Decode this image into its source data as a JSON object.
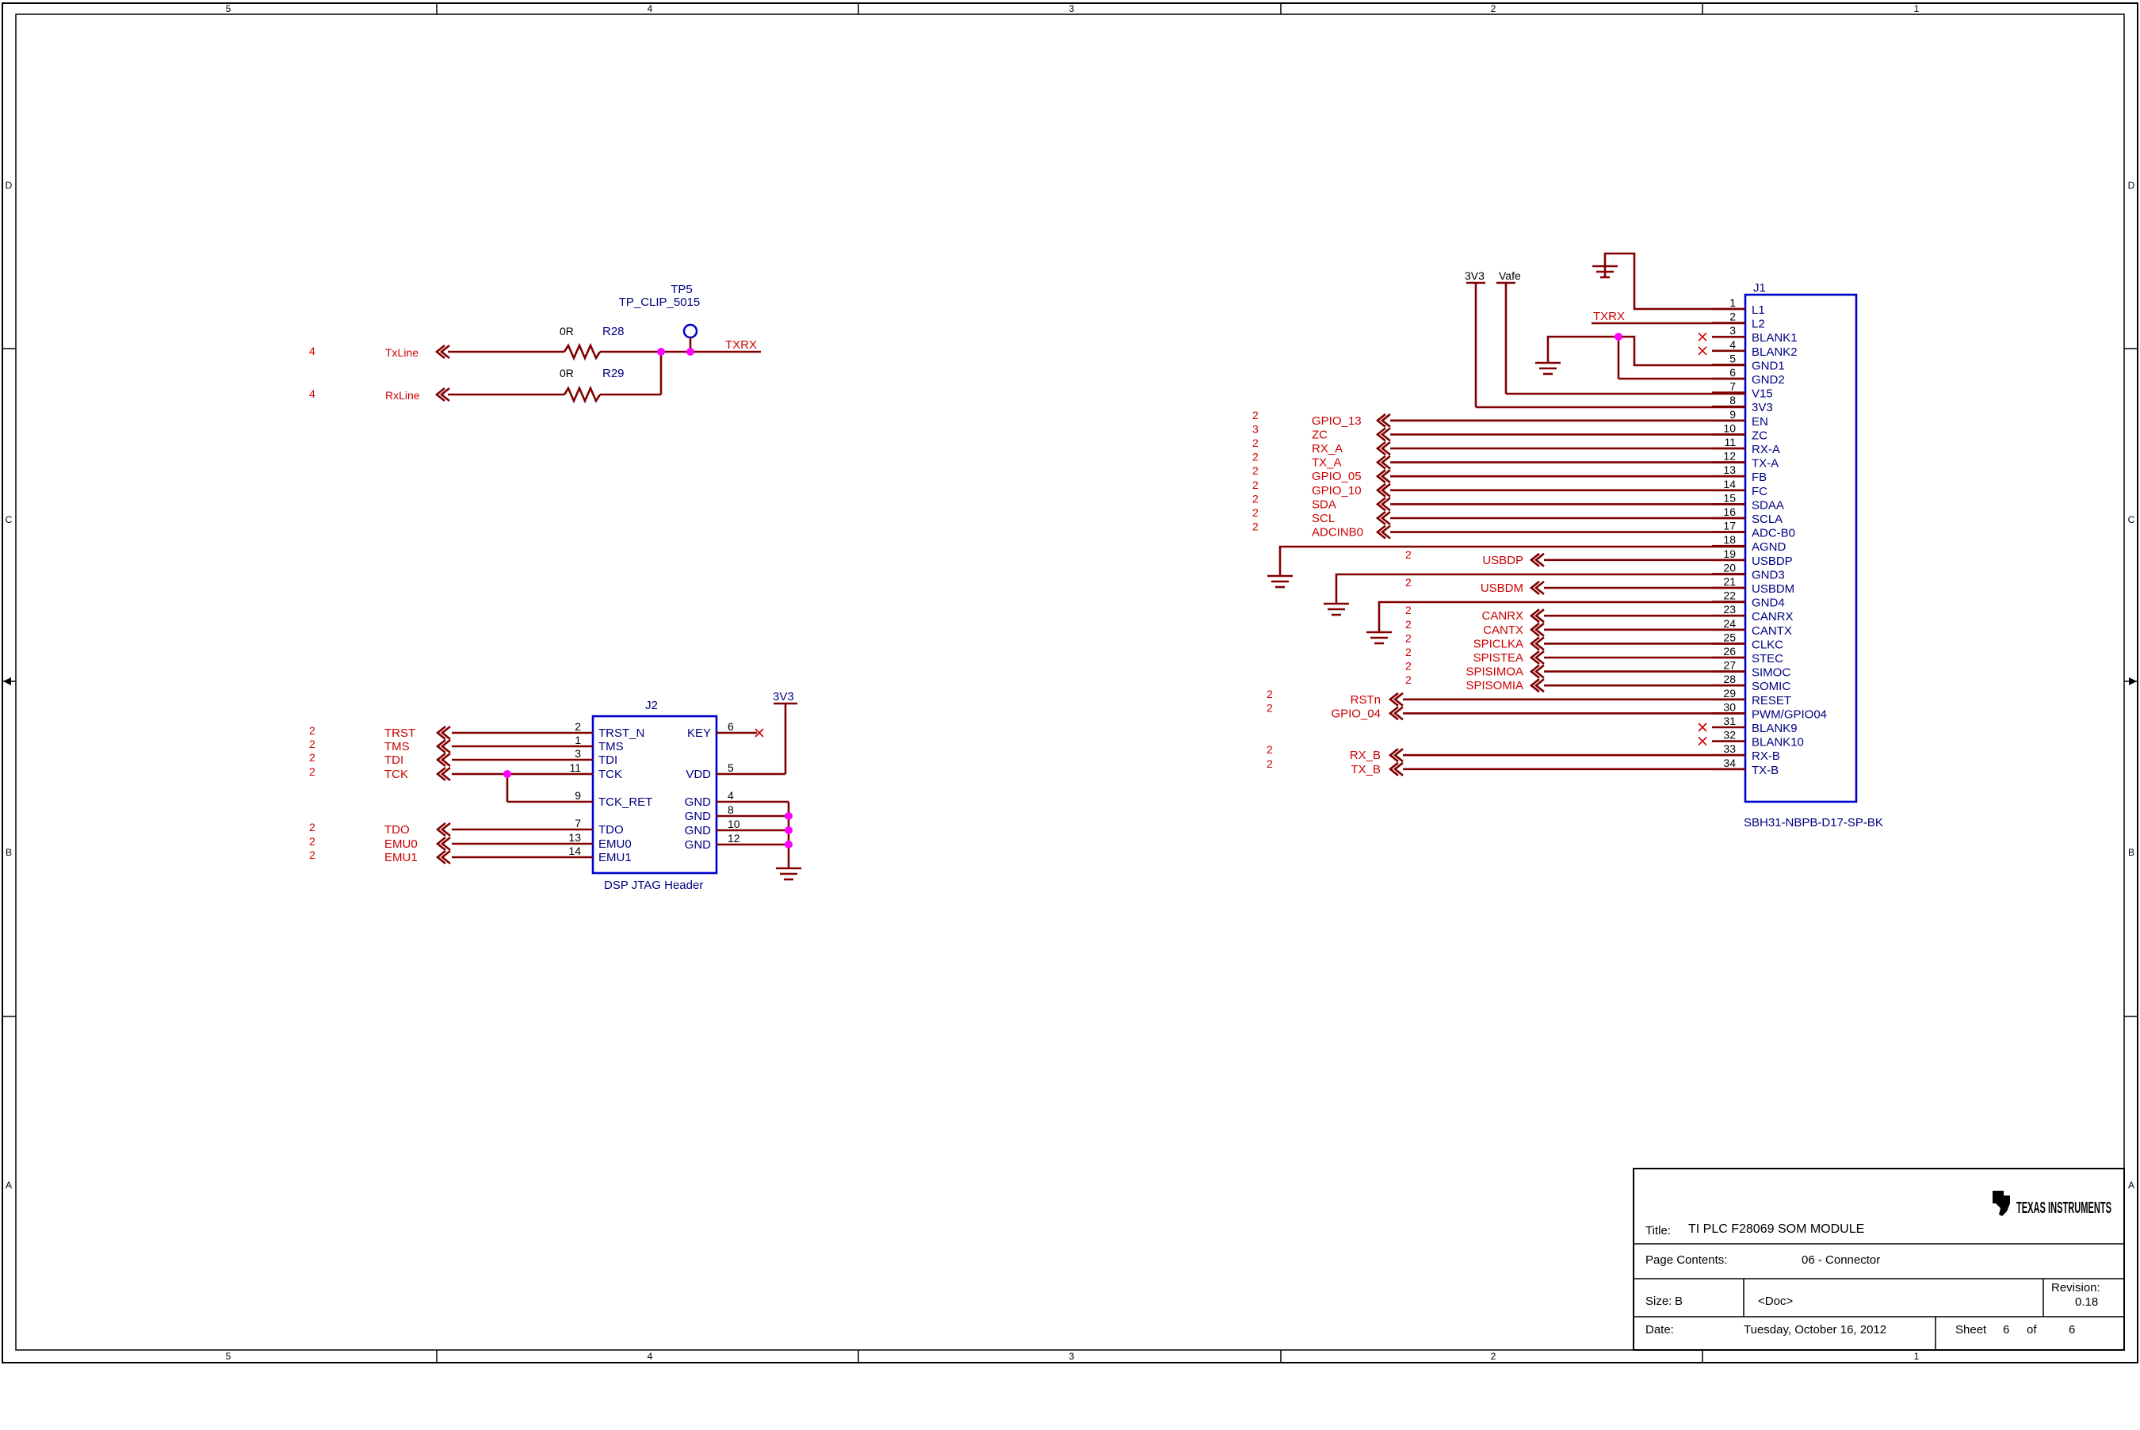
{
  "border": {
    "columns": [
      "5",
      "4",
      "3",
      "2",
      "1"
    ],
    "rows": [
      "D",
      "C",
      "B",
      "A"
    ]
  },
  "title_block": {
    "company": "TEXAS INSTRUMENTS",
    "title_label": "Title:",
    "title": "TI PLC F28069 SOM MODULE",
    "contents_label": "Page Contents:",
    "contents": "06 - Connector",
    "size_label": "Size:",
    "size": "B",
    "doc": "<Doc>",
    "revision_label": "Revision:",
    "revision": "0.18",
    "date_label": "Date:",
    "date": "Tuesday, October 16, 2012",
    "sheet_label": "Sheet",
    "sheet": "6",
    "of_label": "of",
    "total": "6"
  },
  "tx_circuit": {
    "tp_ref": "TP5",
    "tp_value": "TP_CLIP_5015",
    "r28_ref": "R28",
    "r28_value": "0R",
    "r29_ref": "R29",
    "r29_value": "0R",
    "net_txrx": "TXRX",
    "ports": [
      {
        "sheet": "4",
        "name": "TxLine"
      },
      {
        "sheet": "4",
        "name": "RxLine"
      }
    ]
  },
  "j2": {
    "ref": "J2",
    "description": "DSP JTAG Header",
    "power_net": "3V3",
    "left_pins": [
      {
        "num": "2",
        "name": "TRST_N",
        "net": "TRST",
        "sheet": "2"
      },
      {
        "num": "1",
        "name": "TMS",
        "net": "TMS",
        "sheet": "2"
      },
      {
        "num": "3",
        "name": "TDI",
        "net": "TDI",
        "sheet": "2"
      },
      {
        "num": "11",
        "name": "TCK",
        "net": "TCK",
        "sheet": "2"
      },
      {
        "num": "9",
        "name": "TCK_RET",
        "net": "",
        "sheet": ""
      },
      {
        "num": "7",
        "name": "TDO",
        "net": "TDO",
        "sheet": "2"
      },
      {
        "num": "13",
        "name": "EMU0",
        "net": "EMU0",
        "sheet": "2"
      },
      {
        "num": "14",
        "name": "EMU1",
        "net": "EMU1",
        "sheet": "2"
      }
    ],
    "right_pins": [
      {
        "num": "6",
        "name": "KEY"
      },
      {
        "num": "5",
        "name": "VDD"
      },
      {
        "num": "4",
        "name": "GND"
      },
      {
        "num": "8",
        "name": "GND"
      },
      {
        "num": "10",
        "name": "GND"
      },
      {
        "num": "12",
        "name": "GND"
      }
    ]
  },
  "j1": {
    "ref": "J1",
    "part": "SBH31-NBPB-D17-SP-BK",
    "top_nets": [
      "3V3",
      "Vafe"
    ],
    "txrx_net": "TXRX",
    "pins": [
      {
        "num": "1",
        "name": "L1",
        "net": "",
        "sheet": ""
      },
      {
        "num": "2",
        "name": "L2",
        "net": "",
        "sheet": ""
      },
      {
        "num": "3",
        "name": "BLANK1",
        "net": "",
        "sheet": ""
      },
      {
        "num": "4",
        "name": "BLANK2",
        "net": "",
        "sheet": ""
      },
      {
        "num": "5",
        "name": "GND1",
        "net": "",
        "sheet": ""
      },
      {
        "num": "6",
        "name": "GND2",
        "net": "",
        "sheet": ""
      },
      {
        "num": "7",
        "name": "V15",
        "net": "",
        "sheet": ""
      },
      {
        "num": "8",
        "name": "3V3",
        "net": "",
        "sheet": ""
      },
      {
        "num": "9",
        "name": "EN",
        "net": "GPIO_13",
        "sheet": "2"
      },
      {
        "num": "10",
        "name": "ZC",
        "net": "ZC",
        "sheet": "3"
      },
      {
        "num": "11",
        "name": "RX-A",
        "net": "RX_A",
        "sheet": "2"
      },
      {
        "num": "12",
        "name": "TX-A",
        "net": "TX_A",
        "sheet": "2"
      },
      {
        "num": "13",
        "name": "FB",
        "net": "GPIO_05",
        "sheet": "2"
      },
      {
        "num": "14",
        "name": "FC",
        "net": "GPIO_10",
        "sheet": "2"
      },
      {
        "num": "15",
        "name": "SDAA",
        "net": "SDA",
        "sheet": "2"
      },
      {
        "num": "16",
        "name": "SCLA",
        "net": "SCL",
        "sheet": "2"
      },
      {
        "num": "17",
        "name": "ADC-B0",
        "net": "ADCINB0",
        "sheet": "2"
      },
      {
        "num": "18",
        "name": "AGND",
        "net": "",
        "sheet": ""
      },
      {
        "num": "19",
        "name": "USBDP",
        "net": "USBDP",
        "sheet": "2"
      },
      {
        "num": "20",
        "name": "GND3",
        "net": "",
        "sheet": ""
      },
      {
        "num": "21",
        "name": "USBDM",
        "net": "USBDM",
        "sheet": "2"
      },
      {
        "num": "22",
        "name": "GND4",
        "net": "",
        "sheet": ""
      },
      {
        "num": "23",
        "name": "CANRX",
        "net": "CANRX",
        "sheet": "2"
      },
      {
        "num": "24",
        "name": "CANTX",
        "net": "CANTX",
        "sheet": "2"
      },
      {
        "num": "25",
        "name": "CLKC",
        "net": "SPICLKA",
        "sheet": "2"
      },
      {
        "num": "26",
        "name": "STEC",
        "net": "SPISTEA",
        "sheet": "2"
      },
      {
        "num": "27",
        "name": "SIMOC",
        "net": "SPISIMOA",
        "sheet": "2"
      },
      {
        "num": "28",
        "name": "SOMIC",
        "net": "SPISOMIA",
        "sheet": "2"
      },
      {
        "num": "29",
        "name": "RESET",
        "net": "RSTn",
        "sheet": "2"
      },
      {
        "num": "30",
        "name": "PWM/GPIO04",
        "net": "GPIO_04",
        "sheet": "2"
      },
      {
        "num": "31",
        "name": "BLANK9",
        "net": "",
        "sheet": ""
      },
      {
        "num": "32",
        "name": "BLANK10",
        "net": "",
        "sheet": ""
      },
      {
        "num": "33",
        "name": "RX-B",
        "net": "RX_B",
        "sheet": "2"
      },
      {
        "num": "34",
        "name": "TX-B",
        "net": "TX_B",
        "sheet": "2"
      }
    ]
  }
}
